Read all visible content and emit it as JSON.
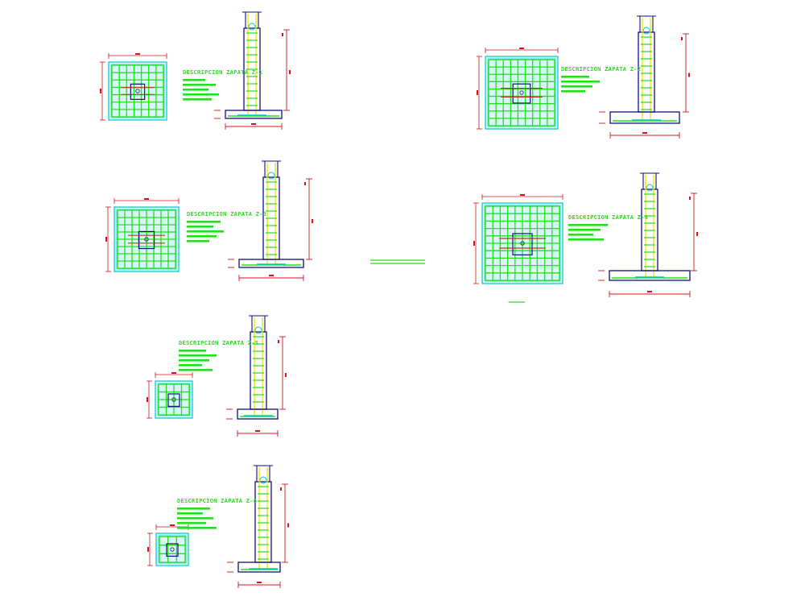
{
  "colors": {
    "background": "#ffffff",
    "slab_outline": "#00c8c8",
    "slab_fill": "#d8f8f8",
    "grid_rebar": "#22e01a",
    "dimension": "#d0141e",
    "concrete_outline": "#101080",
    "column_rebar": "#e8e400",
    "text": "#22e01a",
    "bent_bar": "#b43c14"
  },
  "footings": [
    {
      "id": "Z-1",
      "title": "DESCRIPCION ZAPATA Z-1",
      "notes": [
        "",
        "",
        "",
        "",
        ""
      ],
      "plan_dim_label": "",
      "elevation_dim_label": ""
    },
    {
      "id": "Z-2",
      "title": "DESCRIPCION ZAPATA Z-2",
      "notes": [
        "",
        "",
        "",
        ""
      ],
      "plan_dim_label": "",
      "elevation_dim_label": ""
    },
    {
      "id": "Z-3",
      "title": "DESCRIPCION ZAPATA Z-3",
      "notes": [
        "",
        "",
        "",
        "",
        ""
      ],
      "plan_dim_label": "",
      "elevation_dim_label": ""
    },
    {
      "id": "Z-4",
      "title": "DESCRIPCION ZAPATA Z-4",
      "notes": [
        "",
        "",
        "",
        ""
      ],
      "plan_dim_label": "",
      "elevation_dim_label": ""
    },
    {
      "id": "Z-5",
      "title": "DESCRIPCION ZAPATA Z-5",
      "notes": [
        "",
        "",
        "",
        "",
        ""
      ],
      "plan_dim_label": "",
      "elevation_dim_label": ""
    },
    {
      "id": "Z-6",
      "title": "DESCRIPCION ZAPATA Z-6",
      "notes": [
        "",
        "",
        "",
        "",
        ""
      ],
      "plan_dim_label": "",
      "elevation_dim_label": ""
    }
  ]
}
